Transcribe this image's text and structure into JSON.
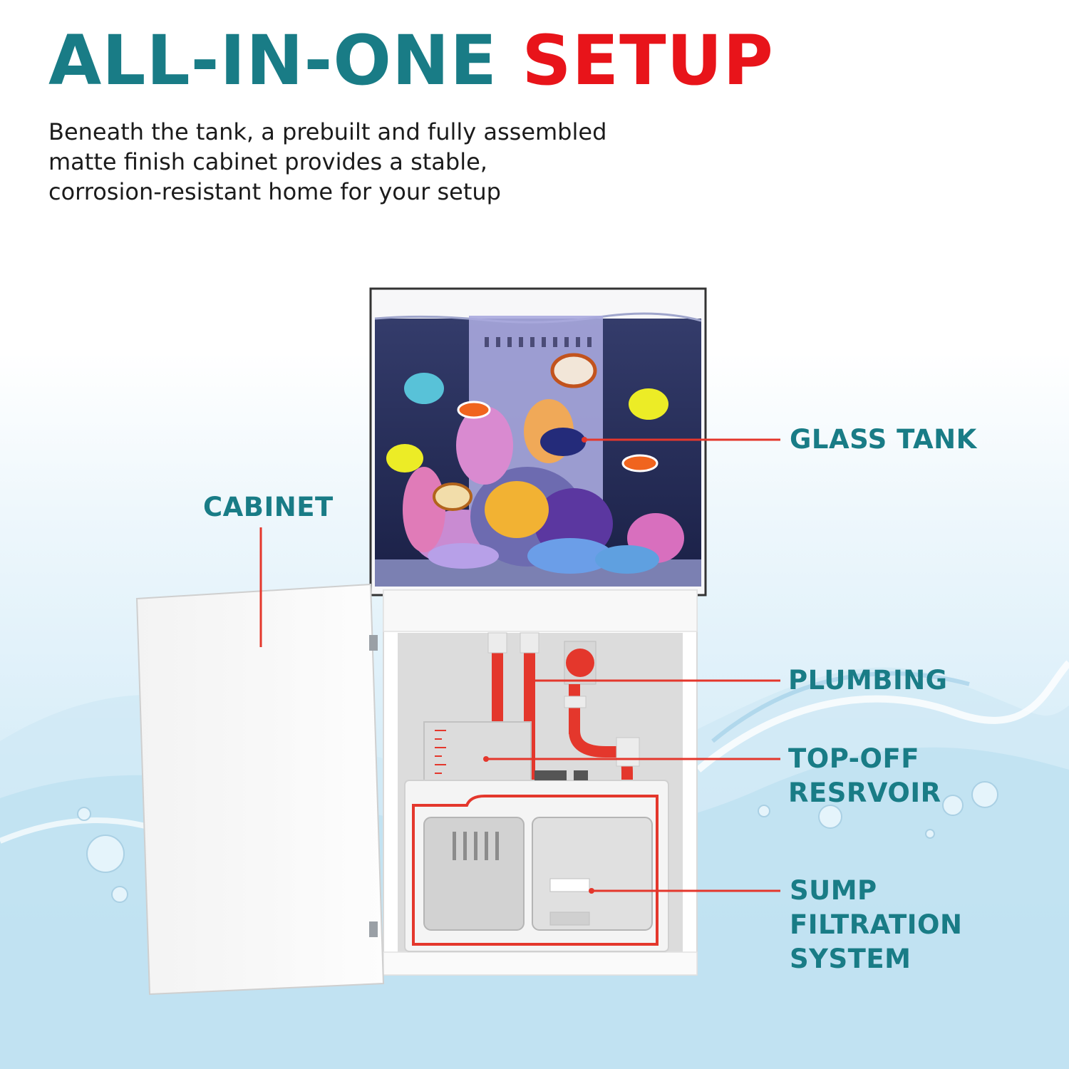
{
  "headline": {
    "part1": "ALL-IN-ONE",
    "part2": "SETUP"
  },
  "subtitle": {
    "lines": [
      "Beneath the tank, a prebuilt and fully assembled",
      "matte finish cabinet provides a stable,",
      "corrosion-resistant home for your setup"
    ]
  },
  "callouts": {
    "glass_tank": "GLASS TANK",
    "cabinet": "CABINET",
    "plumbing": "PLUMBING",
    "topoff": {
      "line1": "TOP-OFF",
      "line2": "RESRVOIR"
    },
    "sump": {
      "line1": "SUMP",
      "line2": "FILTRATION",
      "line3": "SYSTEM"
    }
  },
  "colors": {
    "brand_teal": "#197c86",
    "accent_red": "#e8141a",
    "background_water": "#c4e4f4"
  }
}
